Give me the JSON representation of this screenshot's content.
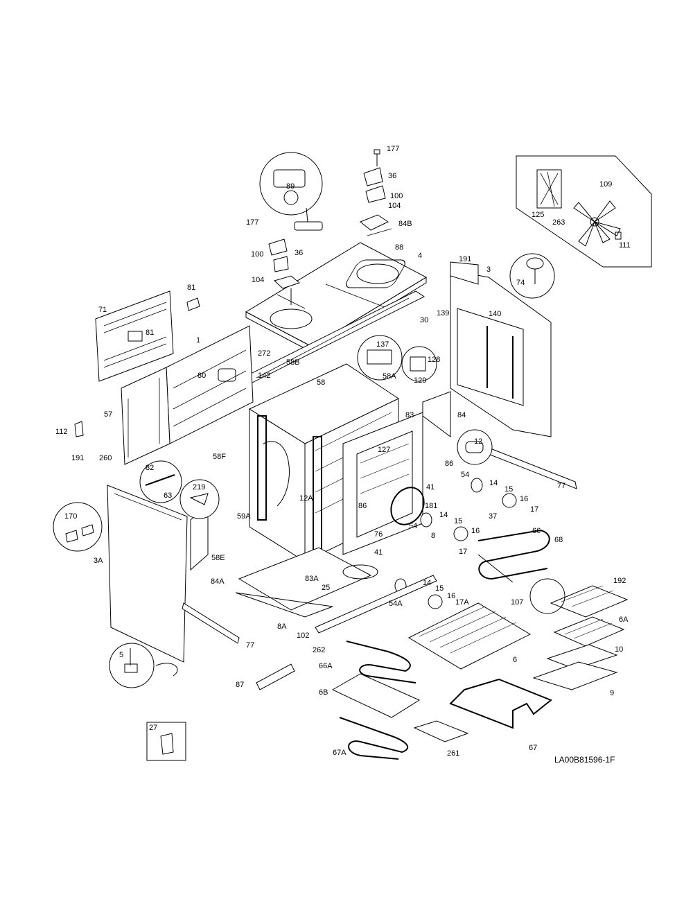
{
  "drawing_code": "LA00B81596-1F",
  "labels": {
    "p177a": "177",
    "p36a": "36",
    "p100a": "100",
    "p104a": "104",
    "p84B": "84B",
    "p89": "89",
    "p177b": "177",
    "p100b": "100",
    "p36b": "36",
    "p104b": "104",
    "p88": "88",
    "p4": "4",
    "p109": "109",
    "p125": "125",
    "p263": "263",
    "p111": "111",
    "p191a": "191",
    "p3": "3",
    "p74": "74",
    "p139": "139",
    "p140": "140",
    "p30": "30",
    "p81a": "81",
    "p71": "71",
    "p81b": "81",
    "p1": "1",
    "p272": "272",
    "p80": "80",
    "p142": "142",
    "p58B": "58B",
    "p58": "58",
    "p137": "137",
    "p128": "128",
    "p58A": "58A",
    "p129": "129",
    "p57": "57",
    "p84": "84",
    "p83": "83",
    "p112": "112",
    "p12": "12",
    "p127": "127",
    "p86a": "86",
    "p191b": "191",
    "p260": "260",
    "p58F": "58F",
    "p54a": "54",
    "p14a": "14",
    "p41a": "41",
    "p15a": "15",
    "p82": "82",
    "p63": "63",
    "p219": "219",
    "p12A": "12A",
    "p16a": "16",
    "p17a": "17",
    "p59A": "59A",
    "p86b": "86",
    "p181": "181",
    "p14b": "14",
    "p37": "37",
    "p170": "170",
    "p54b": "54",
    "p8": "8",
    "p15b": "15",
    "p16b": "16",
    "p66": "66",
    "p68": "68",
    "p76": "76",
    "p41b": "41",
    "p17b": "17",
    "p3A": "3A",
    "p58E": "58E",
    "p84A": "84A",
    "p83A": "83A",
    "p25": "25",
    "p14c": "14",
    "p15c": "15",
    "p192": "192",
    "p16c": "16",
    "p107": "107",
    "p54A": "54A",
    "p17A": "17A",
    "p6A": "6A",
    "p8A": "8A",
    "p102": "102",
    "p77a": "77",
    "p77b": "77",
    "p262": "262",
    "p10": "10",
    "p6": "6",
    "p5": "5",
    "p66A": "66A",
    "p87": "87",
    "p9": "9",
    "p6B": "6B",
    "p27": "27",
    "p67A": "67A",
    "p261": "261",
    "p67": "67"
  }
}
